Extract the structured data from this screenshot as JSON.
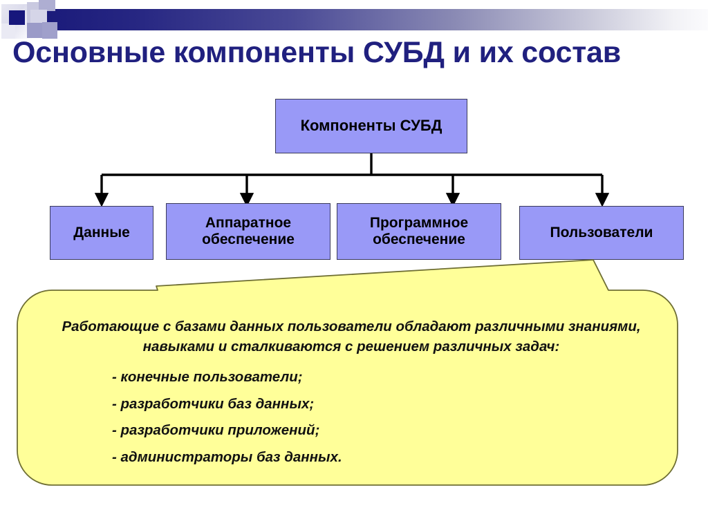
{
  "slide": {
    "title": "Основные компоненты СУБД и их состав",
    "title_color": "#20207f",
    "background": "#ffffff"
  },
  "decoration": {
    "bar_gradient_from": "#1a1a7a",
    "bar_gradient_to": "#fbfbfd",
    "square_navy": "#17177c",
    "square_medium": "#9b9bc8",
    "square_light": "#d5d5e8"
  },
  "diagram": {
    "node_fill": "#9999f7",
    "node_border": "#3a3a5a",
    "root": {
      "label": "Компоненты СУБД"
    },
    "children": [
      {
        "label": "Данные"
      },
      {
        "label": "Аппаратное обеспечение"
      },
      {
        "label": "Программное обеспечение"
      },
      {
        "label": "Пользователи"
      }
    ]
  },
  "callout": {
    "fill": "#ffff99",
    "border": "#7a7a3a",
    "source_node": "Пользователи",
    "heading": "Работающие с базами данных пользователи обладают различными знаниями, навыками и сталкиваются с решением различных задач:",
    "items": [
      "- конечные пользователи;",
      "- разработчики баз данных;",
      "- разработчики приложений;",
      "- администраторы баз данных."
    ]
  }
}
